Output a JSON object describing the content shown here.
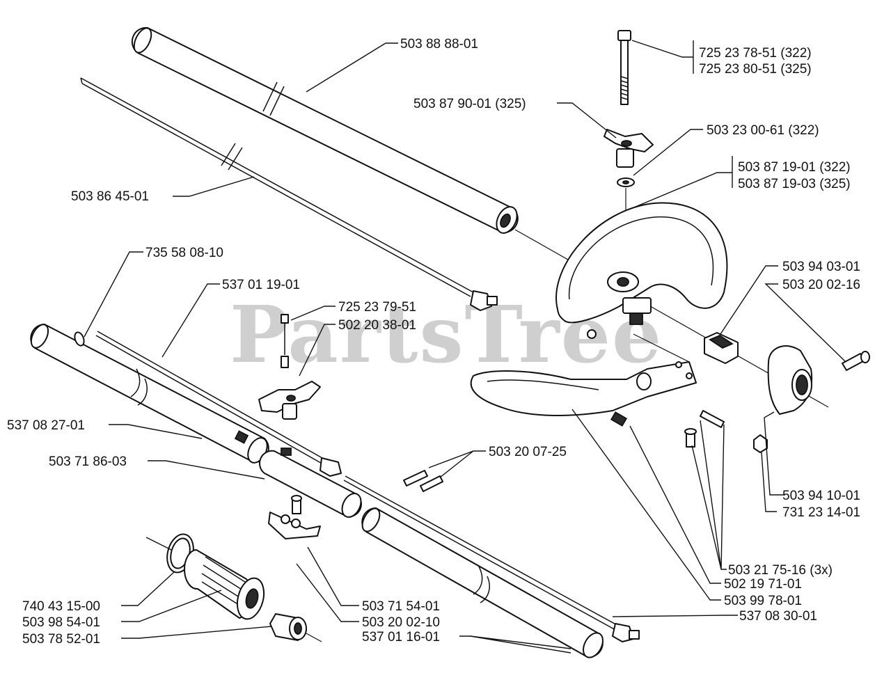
{
  "watermark": "PartsTree",
  "labels": {
    "l1": "503 88 88-01",
    "l2": "725 23 78-51 (322)",
    "l3": "725 23 80-51 (325)",
    "l4": "503 87 90-01 (325)",
    "l5": "503 23 00-61 (322)",
    "l6": "503 87 19-01 (322)",
    "l7": "503 87 19-03 (325)",
    "l8": "503 86 45-01",
    "l9": "735 58 08-10",
    "l10": "537 01 19-01",
    "l11": "725 23 79-51",
    "l12": "502 20 38-01",
    "l13": "503 94 03-01",
    "l14": "503 20 02-16",
    "l15": "537 08 27-01",
    "l16": "503 71 86-03",
    "l17": "503 20 07-25",
    "l18": "503 94 10-01",
    "l19": "731 23 14-01",
    "l20": "503 21 75-16 (3x)",
    "l21": "502 19 71-01",
    "l22": "503 99 78-01",
    "l23": "740 43 15-00",
    "l24": "503 71 54-01",
    "l25": "537 08 30-01",
    "l26": "503 98 54-01",
    "l27": "503 20 02-10",
    "l28": "503 78 52-01",
    "l29": "537 01 16-01"
  }
}
